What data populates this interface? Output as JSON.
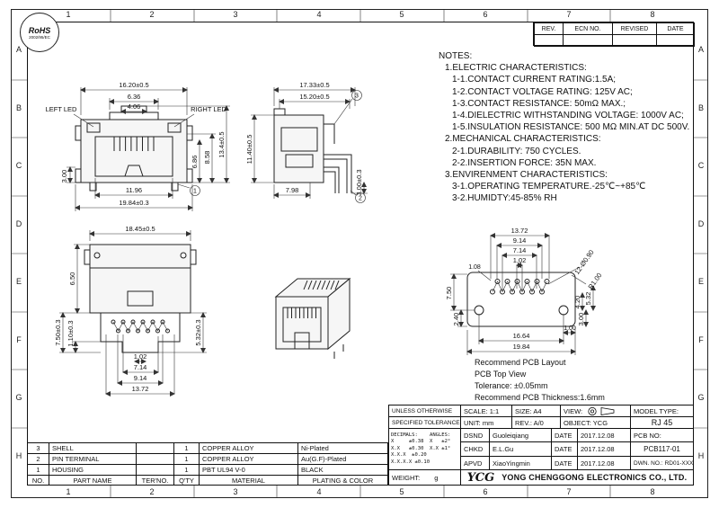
{
  "sheet": {
    "cols": [
      "1",
      "2",
      "3",
      "4",
      "5",
      "6",
      "7",
      "8"
    ],
    "rows": [
      "A",
      "B",
      "C",
      "D",
      "E",
      "F",
      "G",
      "H"
    ]
  },
  "rohs": {
    "title": "RoHS",
    "subtitle": "2002/95/EC"
  },
  "rev_table": {
    "headers": [
      "REV.",
      "ECN NO.",
      "REVISED",
      "DATE"
    ]
  },
  "notes": {
    "title": "NOTES:",
    "lines": [
      "1.ELECTRIC CHARACTERISTICS:",
      "1-1.CONTACT CURRENT RATING:1.5A;",
      "1-2.CONTACT VOLTAGE RATING: 125V AC;",
      "1-3.CONTACT RESISTANCE: 50mΩ MAX.;",
      "1-4.DIELECTRIC WITHSTANDING VOLTAGE: 1000V AC;",
      "1-5.INSULATION RESISTANCE: 500 MΩ MIN.AT DC 500V.",
      "2.MECHANICAL CHARACTERISTICS:",
      "2-1.DURABILITY: 750 CYCLES.",
      "2-2.INSERTION FORCE: 35N MAX.",
      "3.ENVIRENMENT CHARACTERISTICS:",
      "3-1.OPERATING TEMPERATURE.-25℃~+85℃",
      "3-2.HUMIDTY:45-85% RH"
    ]
  },
  "views": {
    "front": {
      "w1": "16.20±0.5",
      "w2": "6.36",
      "w3": "4.06",
      "led_left": "LEFT LED",
      "led_right": "RIGHT LED",
      "hl": "3.00",
      "hr1": "6.86",
      "hr2": "8.58",
      "hr3": "13.4±0.5",
      "b1": "11.96",
      "b2": "19.84±0.3",
      "marker": "1"
    },
    "side": {
      "w1": "17.33±0.5",
      "w2": "15.20±0.5",
      "h1": "11.40±0.5",
      "h2": "3.00±0.3",
      "b1": "7.98",
      "marker_top": "3",
      "marker_bottom": "2"
    },
    "bottom": {
      "w1": "18.45±0.5",
      "h1": "6.50",
      "h2": "7.50±0.3",
      "h3": "1.10±0.3",
      "h4": "5.32±0.3",
      "b1": "1.02",
      "b2": "7.14",
      "b3": "9.14",
      "b4": "13.72"
    },
    "pcb": {
      "t1": "13.72",
      "t2": "9.14",
      "t3": "7.14",
      "t4": "1.02",
      "l1": "1.08",
      "l2": "7.50",
      "l3": "2.40",
      "holes": "12-Ø0.90",
      "radius": "R1.00",
      "b1": "16.64",
      "b2": "19.84",
      "b3": "1.00",
      "r1": "4.20",
      "r2": "5.32",
      "r3": "3.00",
      "caption": [
        "Recommend PCB Layout",
        "PCB Top View",
        "Tolerance: ±0.05mm",
        "Recommend PCB Thickness:1.6mm"
      ]
    }
  },
  "title_block": {
    "tolerance_header_1": "UNLESS OTHERWISE",
    "tolerance_header_2": "SPECIFIED TOLERANCES",
    "tol_header": "DECIMALS:    ANGLES:",
    "tol_lines": [
      "X     ±0.38  X   ±2°",
      "X.X   ±0.30  X.X ±1°",
      "X.X.X  ±0.20",
      "X.X.X.X ±0.10"
    ],
    "scale": "SCALE: 1:1",
    "size": "SIZE: A4",
    "view_label": "VIEW:",
    "unit": "UNIT: mm",
    "rev": "REV.: A/0",
    "object": "OBJECT: YCG",
    "model_type_label": "MODEL TYPE:",
    "model_type": "RJ 45",
    "sign_rows": [
      {
        "role": "DSND",
        "name": "Guoleiqiang",
        "date_label": "DATE",
        "date": "2017.12.08"
      },
      {
        "role": "CHKD",
        "name": "E.L.Gu",
        "date_label": "DATE",
        "date": "2017.12.08"
      },
      {
        "role": "APVD",
        "name": "XiaoYingmin",
        "date_label": "DATE",
        "date": "2017.12.08"
      }
    ],
    "pcb_no_label": "PCB NO:",
    "pcb_no": "PCB117-01",
    "dwn_no_label": "DWN. NO.:",
    "dwn_no": "RD01-XXX",
    "weight_label": "WEIGHT:",
    "weight_value": "g",
    "logo": "YCG",
    "company": "YONG CHENGGONG ELECTRONICS CO., LTD."
  },
  "parts_table": {
    "headers": [
      "NO.",
      "PART NAME",
      "TER'NO.",
      "Q'TY",
      "MATERIAL",
      "PLATING & COLOR"
    ],
    "rows": [
      {
        "no": "3",
        "part": "SHELL",
        "ter": "",
        "qty": "1",
        "material": "COPPER ALLOY",
        "plating": "Ni-Plated"
      },
      {
        "no": "2",
        "part": "PIN TERMINAL",
        "ter": "",
        "qty": "1",
        "material": "COPPER ALLOY",
        "plating": "Au(G.F)-Plated"
      },
      {
        "no": "1",
        "part": "HOUSING",
        "ter": "",
        "qty": "1",
        "material": "PBT UL94 V-0",
        "plating": "BLACK"
      }
    ]
  }
}
